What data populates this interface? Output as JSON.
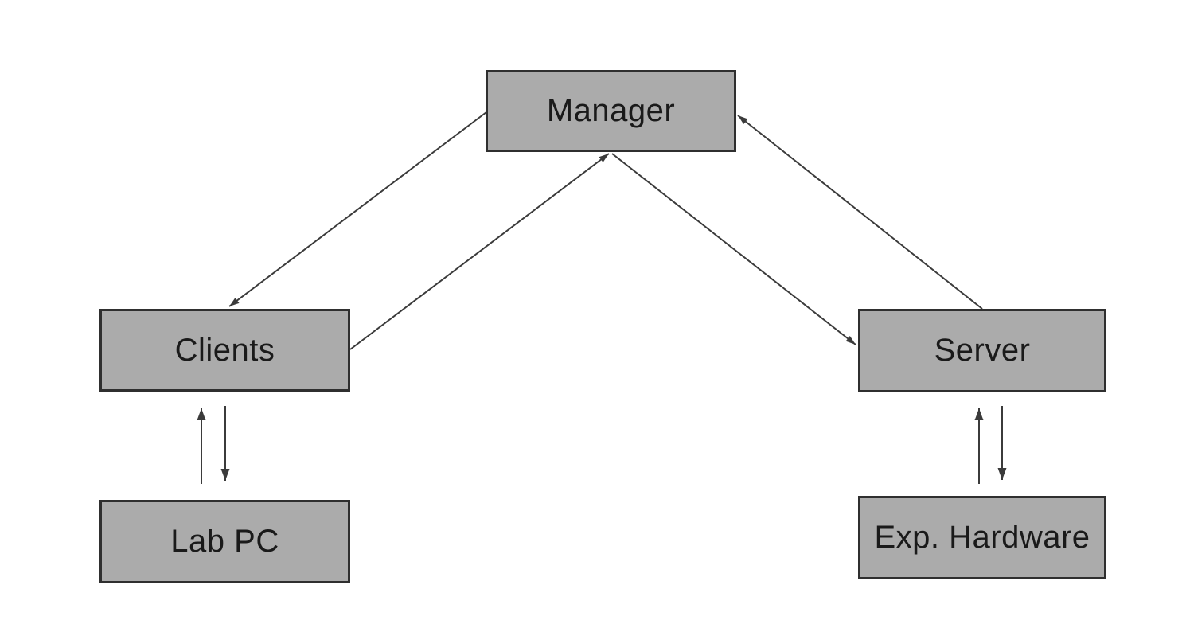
{
  "diagram": {
    "type": "architecture-diagram",
    "background": "#ffffff",
    "colors": {
      "node_fill": "#ababab",
      "node_border": "#2f2f2f",
      "arrow": "#3b3b3b",
      "label": "#1a1a1a"
    },
    "nodes": {
      "manager": {
        "label": "Manager"
      },
      "clients": {
        "label": "Clients"
      },
      "server": {
        "label": "Server"
      },
      "lab_pc": {
        "label": "Lab PC"
      },
      "exp_hardware": {
        "label": "Exp. Hardware"
      }
    },
    "edges": [
      {
        "from": "Manager",
        "to": "Clients"
      },
      {
        "from": "Clients",
        "to": "Manager"
      },
      {
        "from": "Manager",
        "to": "Server"
      },
      {
        "from": "Server",
        "to": "Manager"
      },
      {
        "from": "Lab PC",
        "to": "Clients"
      },
      {
        "from": "Clients",
        "to": "Lab PC"
      },
      {
        "from": "Exp. Hardware",
        "to": "Server"
      },
      {
        "from": "Server",
        "to": "Exp. Hardware"
      }
    ]
  }
}
